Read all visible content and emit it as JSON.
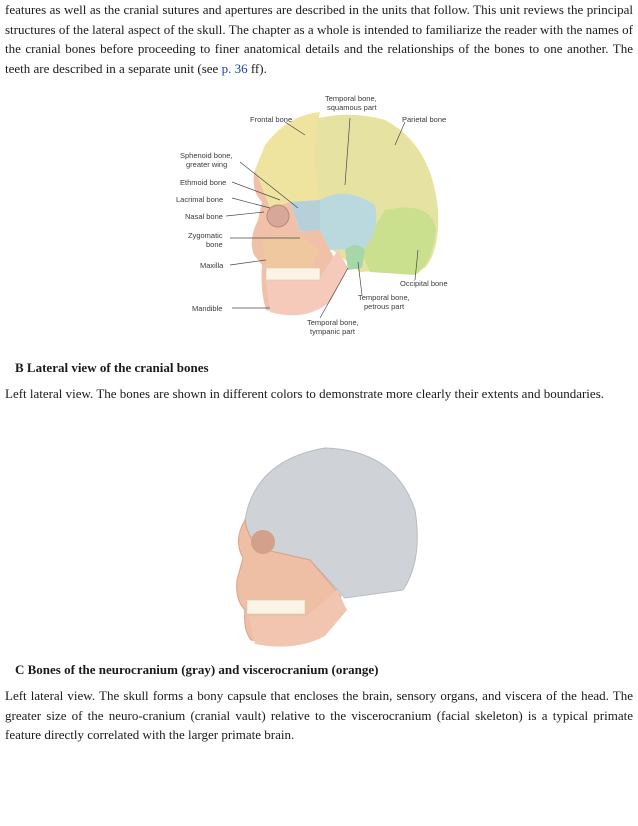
{
  "intro": {
    "text_before_link": "features as well as the cranial sutures and apertures are described in the units that follow. This unit reviews the principal structures of the lateral aspect of the skull. The chapter as a whole is intended to familiarize the reader with the names of the cranial bones before proceeding to finer anatomical details and the relationships of the bones to one another. The teeth are described in a separate unit (see ",
    "link_text": "p. 36",
    "text_after_link": " ff)."
  },
  "figure_b": {
    "labels": {
      "temporal_squamous": [
        "Temporal bone,",
        "squamous part"
      ],
      "frontal": "Frontal bone",
      "parietal": "Parietal bone",
      "sphenoid": [
        "Sphenoid bone,",
        "greater wing"
      ],
      "ethmoid": "Ethmoid bone",
      "lacrimal": "Lacrimal bone",
      "nasal": "Nasal bone",
      "zygomatic": [
        "Zygomatic",
        "bone"
      ],
      "maxilla": "Maxilla",
      "occipital": "Occipital bone",
      "temporal_petrous": [
        "Temporal bone,",
        "petrous part"
      ],
      "mandible": "Mandible",
      "temporal_tympanic": [
        "Temporal bone,",
        "tympanic part"
      ]
    },
    "caption": "B Lateral view of the cranial bones",
    "description": "Left lateral view. The bones are shown in different colors to demonstrate more clearly their extents and boundaries."
  },
  "figure_c": {
    "caption": "C Bones of the neurocranium (gray) and viscerocranium (orange)",
    "description": "Left lateral view. The skull forms a bony capsule that encloses the brain, sensory organs, and viscera of the head. The greater size of the neuro-cranium (cranial vault) relative to the viscerocranium (facial skeleton) is a typical primate feature directly correlated with the larger primate brain."
  },
  "colors": {
    "link": "#1a3fb0",
    "frontal": "#efe3a0",
    "parietal": "#e6e2a2",
    "occipital": "#cbe08f",
    "temporal": "#b9d9de",
    "sphenoid": "#b7cfd8",
    "face": "#f1c0a8",
    "neurocranium": "#cfd2d6"
  }
}
